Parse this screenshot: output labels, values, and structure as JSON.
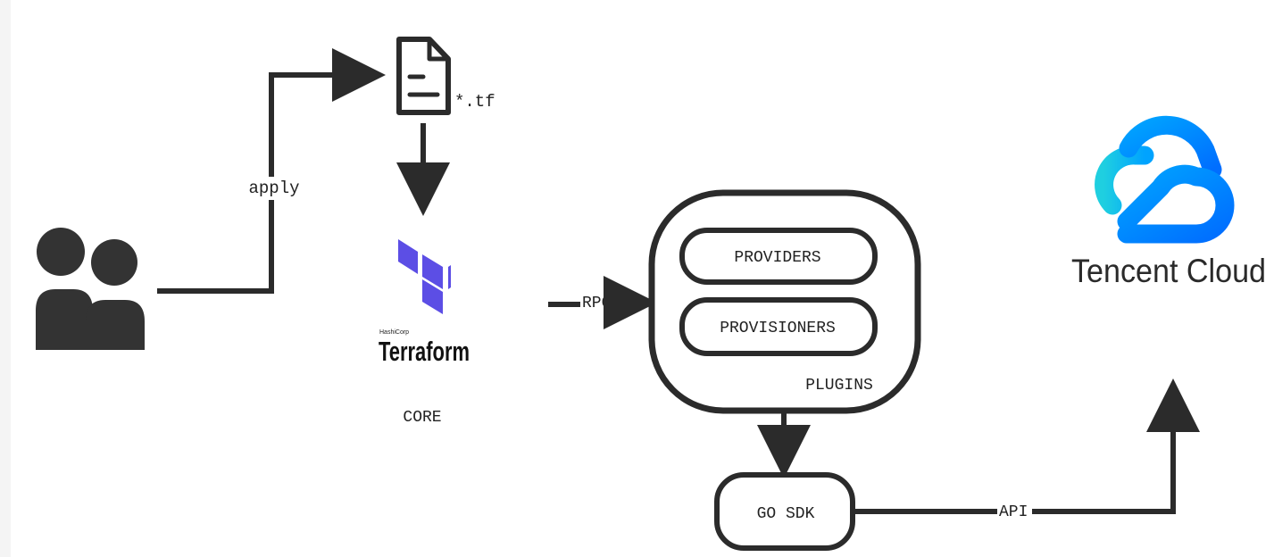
{
  "labels": {
    "apply": "apply",
    "tf_file": "*.tf",
    "core": "CORE",
    "rpc": "RPC",
    "providers": "PROVIDERS",
    "provisioners": "PROVISIONERS",
    "plugins": "PLUGINS",
    "go_sdk": "GO SDK",
    "api": "API"
  },
  "terraform_logo": {
    "vendor": "HashiCorp",
    "name": "Terraform",
    "color": "#5C4EE5"
  },
  "tencent_logo": {
    "name": "Tencent Cloud",
    "colors": [
      "#00A3FF",
      "#1FCFE0",
      "#006EFF"
    ]
  },
  "icons": [
    "users-icon",
    "file-icon"
  ],
  "colors": {
    "line": "#2b2b2b",
    "text": "#222222"
  }
}
